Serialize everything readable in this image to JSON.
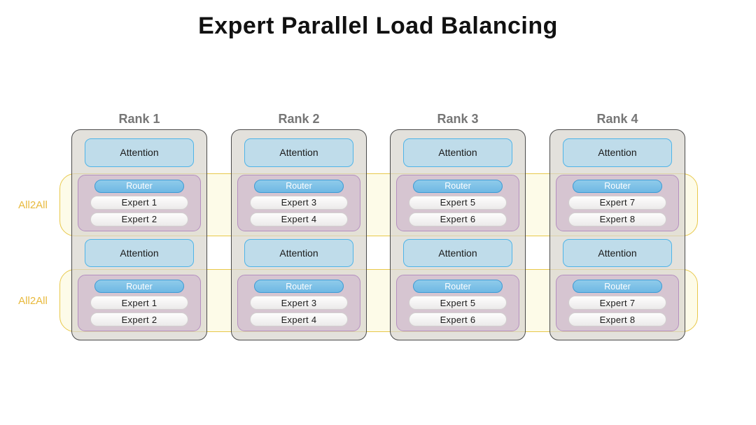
{
  "title": "Expert Parallel Load Balancing",
  "all2all": {
    "label": "All2All",
    "bands": [
      {
        "label": "All2All"
      },
      {
        "label": "All2All"
      }
    ]
  },
  "colors": {
    "band_fill": "#fdfbe8",
    "band_border": "#e8c84a",
    "all2all_text": "#e8b93c",
    "rank_card_fill": "#d8d6ce",
    "rank_card_border": "#4a4a4a",
    "rank_title_text": "#767676",
    "attention_fill": "#bfdcea",
    "attention_border": "#4fb4e8",
    "moe_fill": "#d6c5d1",
    "moe_border": "#b58fc0",
    "router_fill": "#6fb8e4",
    "router_text": "#ffffff",
    "expert_fill": "#f5f4f4",
    "title_text": "#111111"
  },
  "ranks": [
    {
      "title": "Rank 1",
      "blocks": [
        {
          "attention": "Attention",
          "router": "Router",
          "experts": [
            "Expert 1",
            "Expert 2"
          ]
        },
        {
          "attention": "Attention",
          "router": "Router",
          "experts": [
            "Expert 1",
            "Expert 2"
          ]
        }
      ]
    },
    {
      "title": "Rank 2",
      "blocks": [
        {
          "attention": "Attention",
          "router": "Router",
          "experts": [
            "Expert 3",
            "Expert 4"
          ]
        },
        {
          "attention": "Attention",
          "router": "Router",
          "experts": [
            "Expert 3",
            "Expert 4"
          ]
        }
      ]
    },
    {
      "title": "Rank 3",
      "blocks": [
        {
          "attention": "Attention",
          "router": "Router",
          "experts": [
            "Expert 5",
            "Expert 6"
          ]
        },
        {
          "attention": "Attention",
          "router": "Router",
          "experts": [
            "Expert 5",
            "Expert 6"
          ]
        }
      ]
    },
    {
      "title": "Rank 4",
      "blocks": [
        {
          "attention": "Attention",
          "router": "Router",
          "experts": [
            "Expert 7",
            "Expert 8"
          ]
        },
        {
          "attention": "Attention",
          "router": "Router",
          "experts": [
            "Expert 7",
            "Expert 8"
          ]
        }
      ]
    }
  ]
}
